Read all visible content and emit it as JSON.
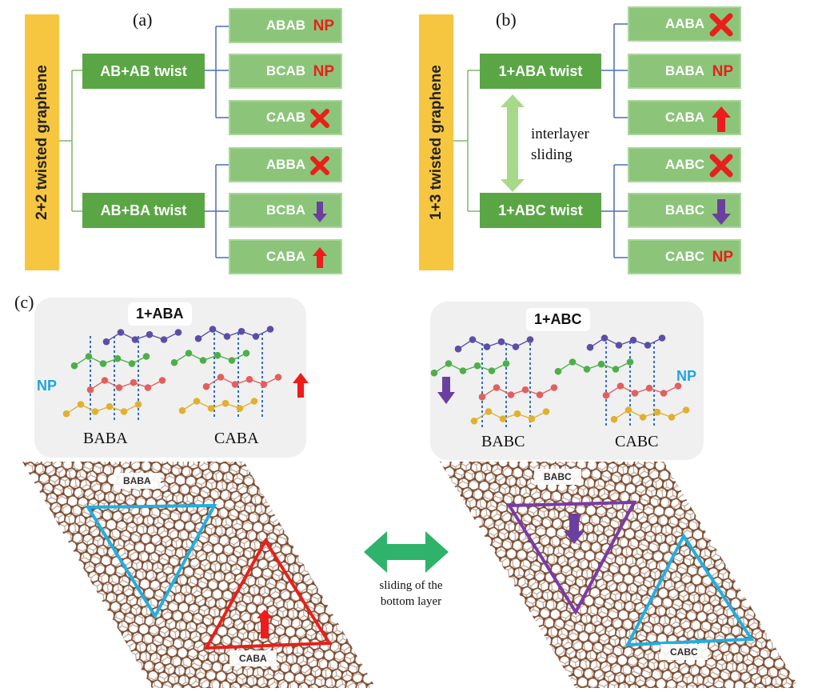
{
  "panel_a": {
    "label": "(a)",
    "root": "2+2 twisted graphene",
    "groups": [
      {
        "name": "AB+AB twist",
        "leaves": [
          {
            "text": "ABAB",
            "mark": "NP"
          },
          {
            "text": "BCAB",
            "mark": "NP"
          },
          {
            "text": "CAAB",
            "mark": "cross"
          }
        ]
      },
      {
        "name": "AB+BA twist",
        "leaves": [
          {
            "text": "ABBA",
            "mark": "cross"
          },
          {
            "text": "BCBA",
            "mark": "down-arrow"
          },
          {
            "text": "CABA",
            "mark": "up-arrow"
          }
        ]
      }
    ]
  },
  "panel_b": {
    "label": "(b)",
    "root": "1+3 twisted graphene",
    "sliding_line1": "interlayer",
    "sliding_line2": "sliding",
    "groups": [
      {
        "name": "1+ABA twist",
        "leaves": [
          {
            "text": "AABA",
            "mark": "cross"
          },
          {
            "text": "BABA",
            "mark": "NP"
          },
          {
            "text": "CABA",
            "mark": "up-arrow"
          }
        ]
      },
      {
        "name": "1+ABC twist",
        "leaves": [
          {
            "text": "AABC",
            "mark": "cross"
          },
          {
            "text": "BABC",
            "mark": "down-arrow"
          },
          {
            "text": "CABC",
            "mark": "NP"
          }
        ]
      }
    ]
  },
  "panel_c": {
    "label": "(c)",
    "left_box": {
      "title": "1+ABA",
      "np": "NP",
      "stack1": "BABA",
      "stack2": "CABA"
    },
    "right_box": {
      "title": "1+ABC",
      "np": "NP",
      "stack1": "BABC",
      "stack2": "CABC"
    },
    "left_lattice": {
      "top_label": "BABA",
      "bottom_label": "CABA"
    },
    "right_lattice": {
      "top_label": "BABC",
      "bottom_label": "CABC"
    },
    "slide_line1": "sliding of the",
    "slide_line2": "bottom layer"
  },
  "colors": {
    "root_bar": "#f7c640",
    "group_box": "#5aa645",
    "leaf_box": "#8cc57a",
    "np_text": "#e8201a",
    "cross": "#e8201a",
    "up_arrow": "#ee1c1c",
    "down_arrow": "#6b3fa0",
    "blue": "#22aee0",
    "lattice": "#7a4a30",
    "slide_arrow": "#2fb36b",
    "layer_purple": "#5a4fa8",
    "layer_green": "#4daf4a",
    "layer_red": "#e06060",
    "layer_yellow": "#e0b030"
  }
}
